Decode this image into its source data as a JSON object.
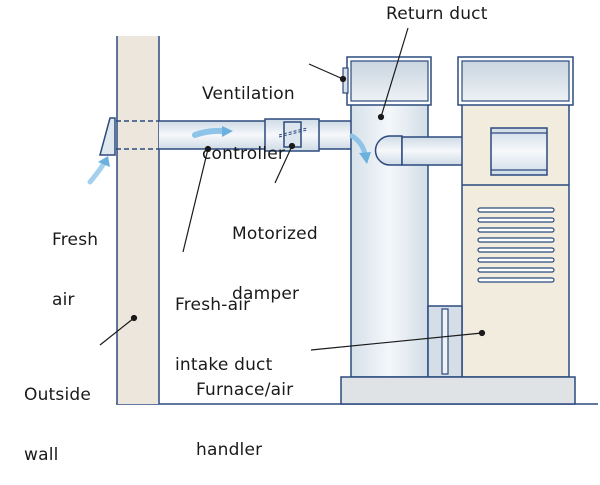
{
  "diagram": {
    "title": "Fresh-air ventilation system",
    "labels": {
      "return_duct": "Return duct",
      "ventilation_controller": [
        "Ventilation",
        "controller"
      ],
      "fresh_air": [
        "Fresh",
        "air"
      ],
      "motorized_damper": [
        "Motorized",
        "damper"
      ],
      "fresh_air_intake_duct": [
        "Fresh-air",
        "intake duct"
      ],
      "outside_wall": [
        "Outside",
        "wall"
      ],
      "furnace_air_handler": [
        "Furnace/air",
        "handler"
      ]
    },
    "colors": {
      "outline": "#2b4a7e",
      "wall_fill": "#ede6dc",
      "duct_fill": "#e4ebf2",
      "furnace_fill": "#f2ecdf",
      "arrow": "#6cb0de",
      "base_fill": "#dfe3e6",
      "text": "#1a1a1a"
    },
    "furnace_louver_count": 8
  }
}
